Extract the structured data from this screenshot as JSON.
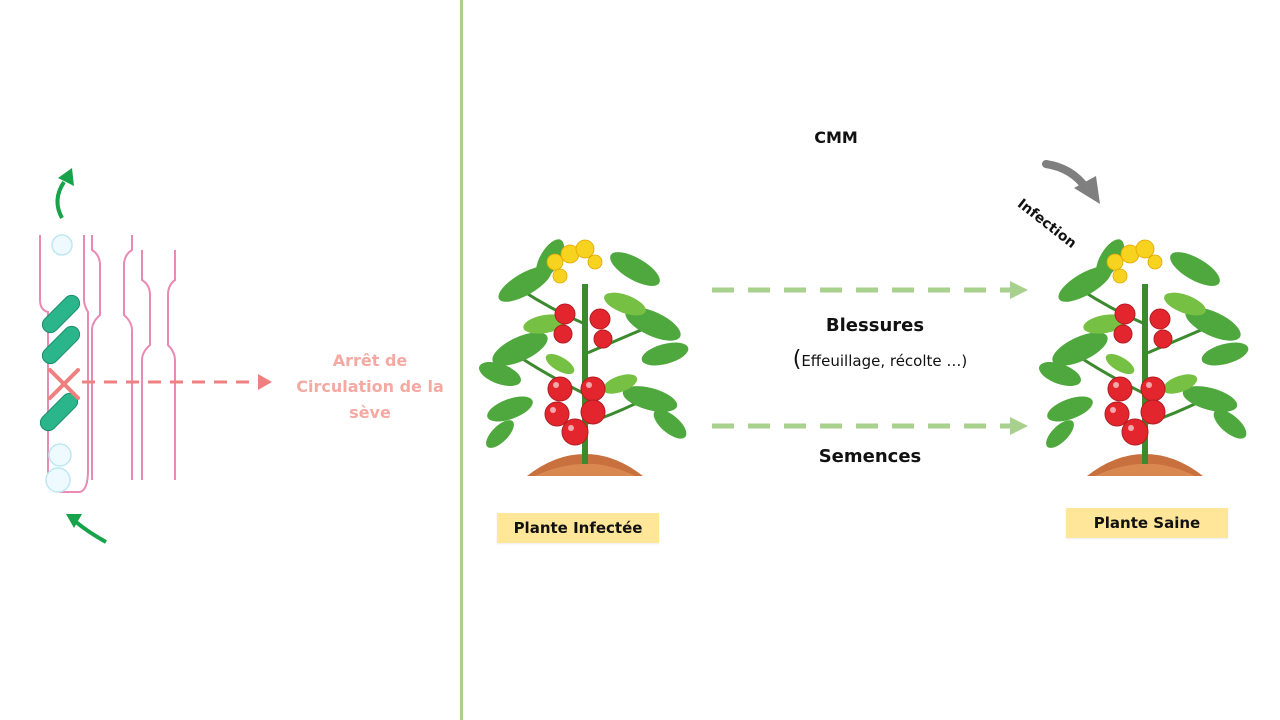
{
  "labels": {
    "sap_stop_line1": "Arrêt de",
    "sap_stop_line2": "Circulation de la",
    "sap_stop_line3": "sève",
    "cmm": "CMM",
    "infection": "Infection",
    "blessures": "Blessures",
    "blessures_paren": "(",
    "blessures_detail": "Effeuillage, récolte …)",
    "semences": "Semences",
    "plante_infectee": "Plante Infectée",
    "plante_saine": "Plante Saine"
  },
  "colors": {
    "divider": "#a9d18e",
    "sap_text": "#f4a9a2",
    "sap_arrow": "#f08080",
    "vessel": "#e98ab4",
    "bacteria": "#2bb58a",
    "green_arrow": "#16a34a",
    "transmission_arrow": "#a9d18e",
    "infection_arrow": "#7f7f7f",
    "label_box": "#ffe699",
    "tomato_red": "#e3262e",
    "leaf_green": "#4fa83d",
    "flower_yellow": "#f7d21e",
    "soil": "#c8703e"
  }
}
